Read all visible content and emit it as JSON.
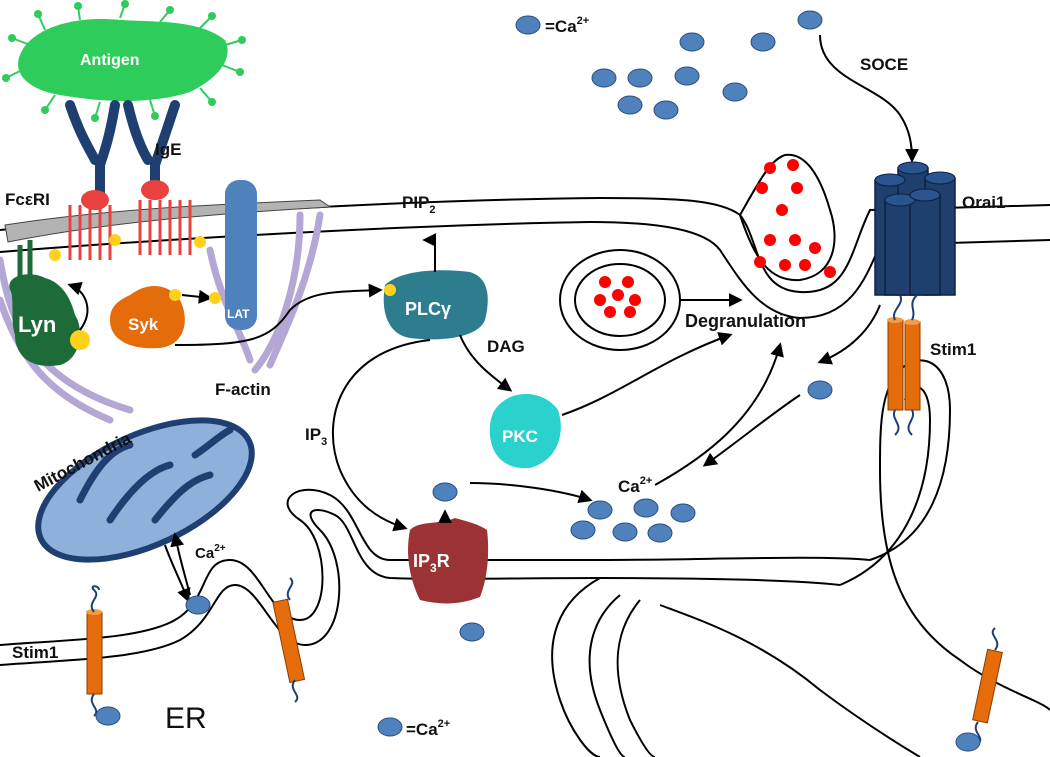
{
  "labels": {
    "antigen": "Antigen",
    "ige": "IgE",
    "fceri": "FcεRI",
    "lyn": "Lyn",
    "syk": "Syk",
    "lat": "LAT",
    "factin": "F-actin",
    "pip2_main": "PIP",
    "pip2_sub": "2",
    "plcg": "PLCγ",
    "dag": "DAG",
    "pkc": "PKC",
    "ip3_main": "IP",
    "ip3_sub": "3",
    "ip3r_a": "IP",
    "ip3r_sub": "3",
    "ip3r_b": "R",
    "mitochondria": "Mitochondria",
    "ca_mito_main": "Ca",
    "ca_mito_sup": "2+",
    "ca_cluster_main": "Ca",
    "ca_cluster_sup": "2+",
    "degranulation": "Degranulation",
    "soce": "SOCE",
    "orai1": "Orai1",
    "stim1_right": "Stim1",
    "stim1_left": "Stim1",
    "er": "ER"
  },
  "legend_top": {
    "text": "=Ca",
    "sup": "2+"
  },
  "legend_bottom": {
    "text": "=Ca",
    "sup": "2+"
  },
  "colors": {
    "calcium": "#4f81bd",
    "antigen": "#2ecc5b",
    "ige": "#1f3f73",
    "fceri": "#e8413e",
    "lyn": "#1e6b3a",
    "syk": "#e46c0a",
    "lat": "#4f81bd",
    "plcg": "#2e7d8f",
    "pkc": "#2ad1cd",
    "ip3r": "#9b3335",
    "mito": "#8eb0da",
    "orai": "#1f3f6e",
    "stim": "#e46c0a",
    "granule": "#ff0000",
    "factin": "#b4a7d6"
  }
}
